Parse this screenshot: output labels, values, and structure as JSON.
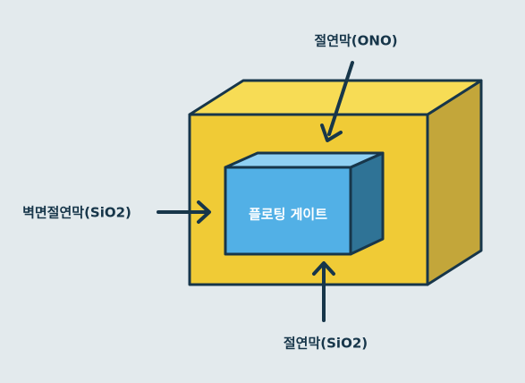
{
  "labels": {
    "top": "절연막(ONO)",
    "left": "벽면절연막(SiO2)",
    "bottom": "절연막(SiO2)",
    "gate": "플로팅 게이트"
  },
  "colors": {
    "background": "#e3eaed",
    "outer_front": "#f0cb36",
    "outer_top": "#f7dc55",
    "outer_side": "#c3a63a",
    "inner_front": "#52b0e6",
    "inner_top": "#8fd0f3",
    "inner_side": "#2f7396",
    "stroke": "#17364a"
  }
}
